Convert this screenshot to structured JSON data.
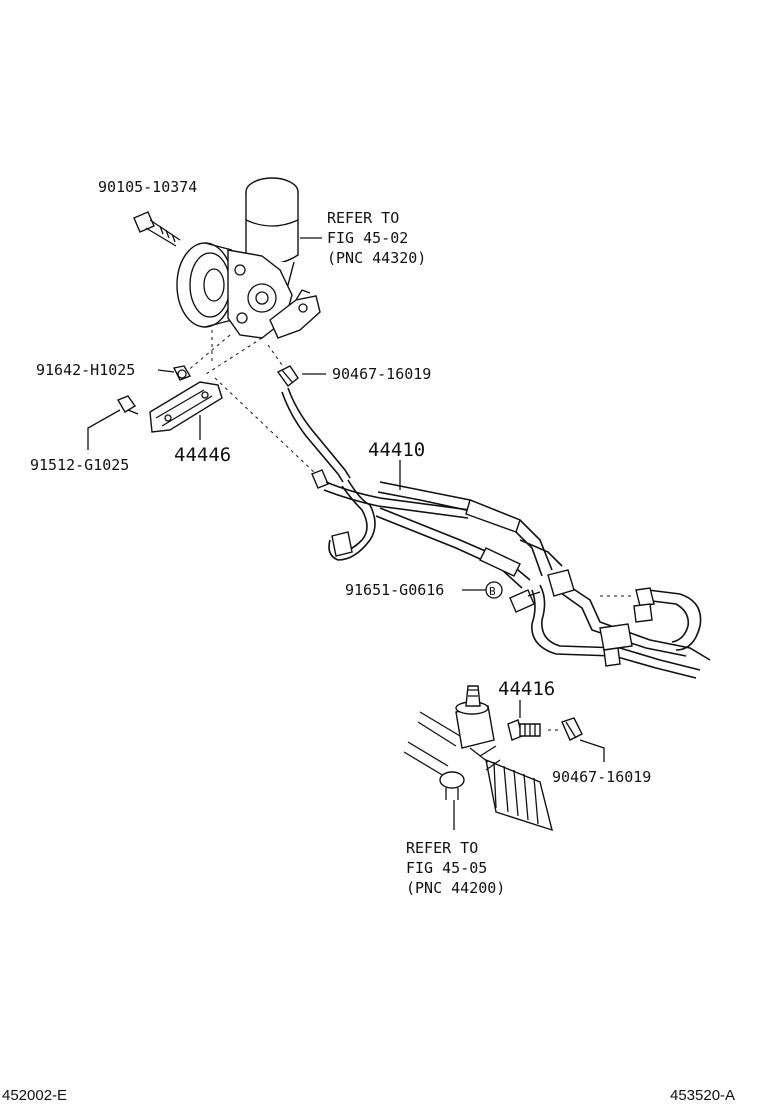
{
  "labels": {
    "bolt_pump": "90105-10374",
    "refer_pump": [
      "REFER TO",
      "FIG 45-02",
      "(PNC 44320)"
    ],
    "bolt_bracket": "91642-H1025",
    "clip_top": "90467-16019",
    "bolt_lower": "91512-G1025",
    "bracket": "44446",
    "hose_assembly": "44410",
    "bolt_clamp": "91651-G0616",
    "clamp_marker": "B",
    "union": "44416",
    "clip_bottom": "90467-16019",
    "refer_rack": [
      "REFER TO",
      "FIG 45-05",
      "(PNC 44200)"
    ]
  },
  "footer": {
    "left_code": "452002-E",
    "right_code": "453520-A"
  }
}
